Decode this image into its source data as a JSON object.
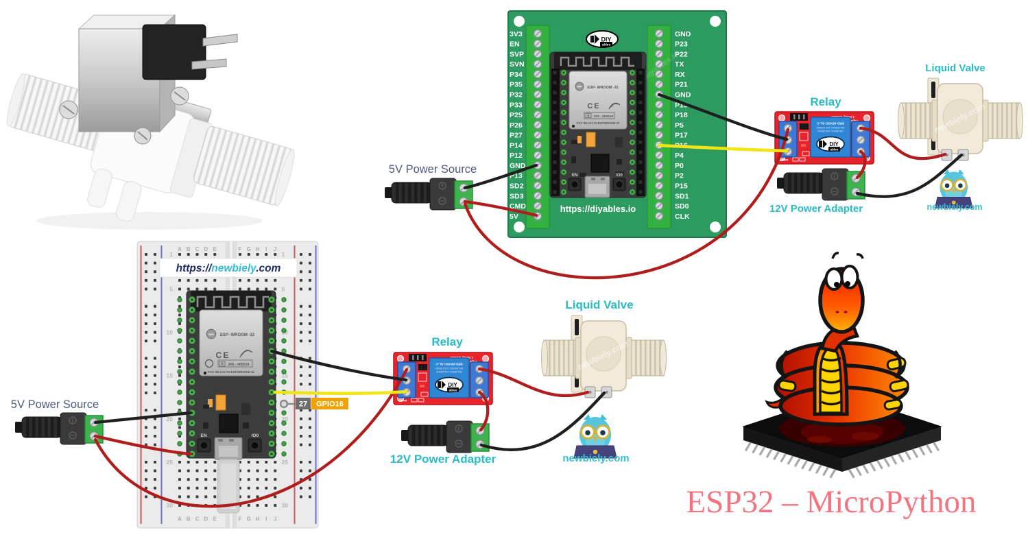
{
  "title": {
    "text": "ESP32 – MicroPython"
  },
  "watermarks": {
    "diyables": "https://diyables.io",
    "newbiely": "newbiely.com"
  },
  "labels": {
    "power_source_top": "5V Power Source",
    "power_source_bottom": "5V Power Source",
    "relay_top": "Relay",
    "relay_bottom": "Relay",
    "valve_top": "Liquid Valve",
    "valve_bottom": "Liquid Valve",
    "adapter_top": "12V Power Adapter",
    "adapter_bottom": "12V Power Adapter"
  },
  "callout": {
    "pin_number": "27",
    "gpio": "GPIO16"
  },
  "breakout_board": {
    "url": "https://diyables.io",
    "logo_main": "DIY",
    "logo_sub": "ables",
    "left_pins": [
      "3V3",
      "EN",
      "SVP",
      "SVN",
      "P34",
      "P35",
      "P32",
      "P33",
      "P25",
      "P26",
      "P27",
      "P14",
      "P12",
      "GND",
      "P13",
      "SD2",
      "SD3",
      "CMD",
      "5V"
    ],
    "right_pins": [
      "GND",
      "P23",
      "P22",
      "TX",
      "RX",
      "P21",
      "GND",
      "P19",
      "P18",
      "P5",
      "P17",
      "P16",
      "P4",
      "P0",
      "P2",
      "P15",
      "SD1",
      "SD0",
      "CLK"
    ]
  },
  "esp_module": {
    "wifi": "WiFi",
    "name": "ESP- WROOM -32",
    "ce": "CE",
    "antenna_mark": "c",
    "cert_r": "R",
    "cert": "205 - 000519",
    "fcc": "FCC 9D.2AC72-ESPWROOM-32",
    "en": "EN",
    "io0": "IO0"
  },
  "relay_module": {
    "header1": "1 Relay Module",
    "header2": "high/low level trigger",
    "model": "SRD-05VDC-SL-C",
    "rating1": "10A 250VAC 10A 125VAC",
    "rating2": "10A 30VDC 10A 28VDC",
    "logo_main": "DIY",
    "logo_sub": "ables",
    "pwr": "PWR"
  },
  "breadboard": {
    "letters_left": [
      "A",
      "B",
      "C",
      "D",
      "E"
    ],
    "letters_right": [
      "F",
      "G",
      "H",
      "I",
      "J"
    ],
    "numbers": [
      "1",
      "5",
      "10",
      "15",
      "20",
      "25",
      "30"
    ],
    "url_scheme": "https://",
    "url_name": "newbiely",
    "url_tld": ".com"
  },
  "newbiely": {
    "site": "newbiely.com"
  },
  "colors": {
    "accent_cyan": "#29bcc4",
    "label_navy": "#4d5a7c",
    "title_pink": "#f4737f",
    "wire_red": "#b01d1d",
    "wire_black": "#1f1f1f",
    "wire_yellow": "#f2e516",
    "board_green": "#2d9a5f",
    "terminal_green": "#33b141",
    "relay_red": "#e8232b",
    "relay_blue": "#2f86d4",
    "breadboard_gray": "#eaeaea",
    "valve_cream": "#f1ead9"
  }
}
